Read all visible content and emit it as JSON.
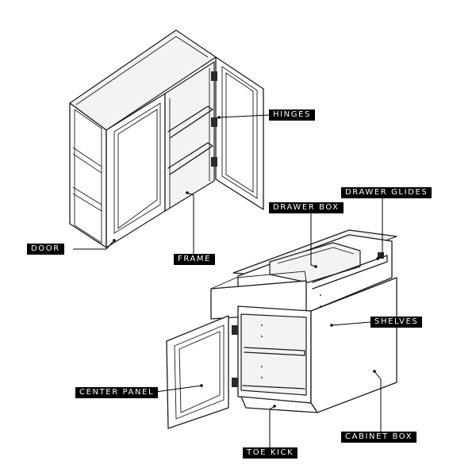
{
  "labels": {
    "hinges": "HINGES",
    "drawer_glides": "DRAWER GLIDES",
    "drawer_box": "DRAWER BOX",
    "door": "DOOR",
    "frame": "FRAME",
    "shelves": "SHELVES",
    "center_panel": "CENTER PANEL",
    "cabinet_box": "CABINET BOX",
    "toe_kick": "TOE KICK"
  },
  "colors": {
    "line": "#1a1a1a",
    "label_background": "#000000",
    "label_text": "#ffffff",
    "background": "#ffffff"
  }
}
